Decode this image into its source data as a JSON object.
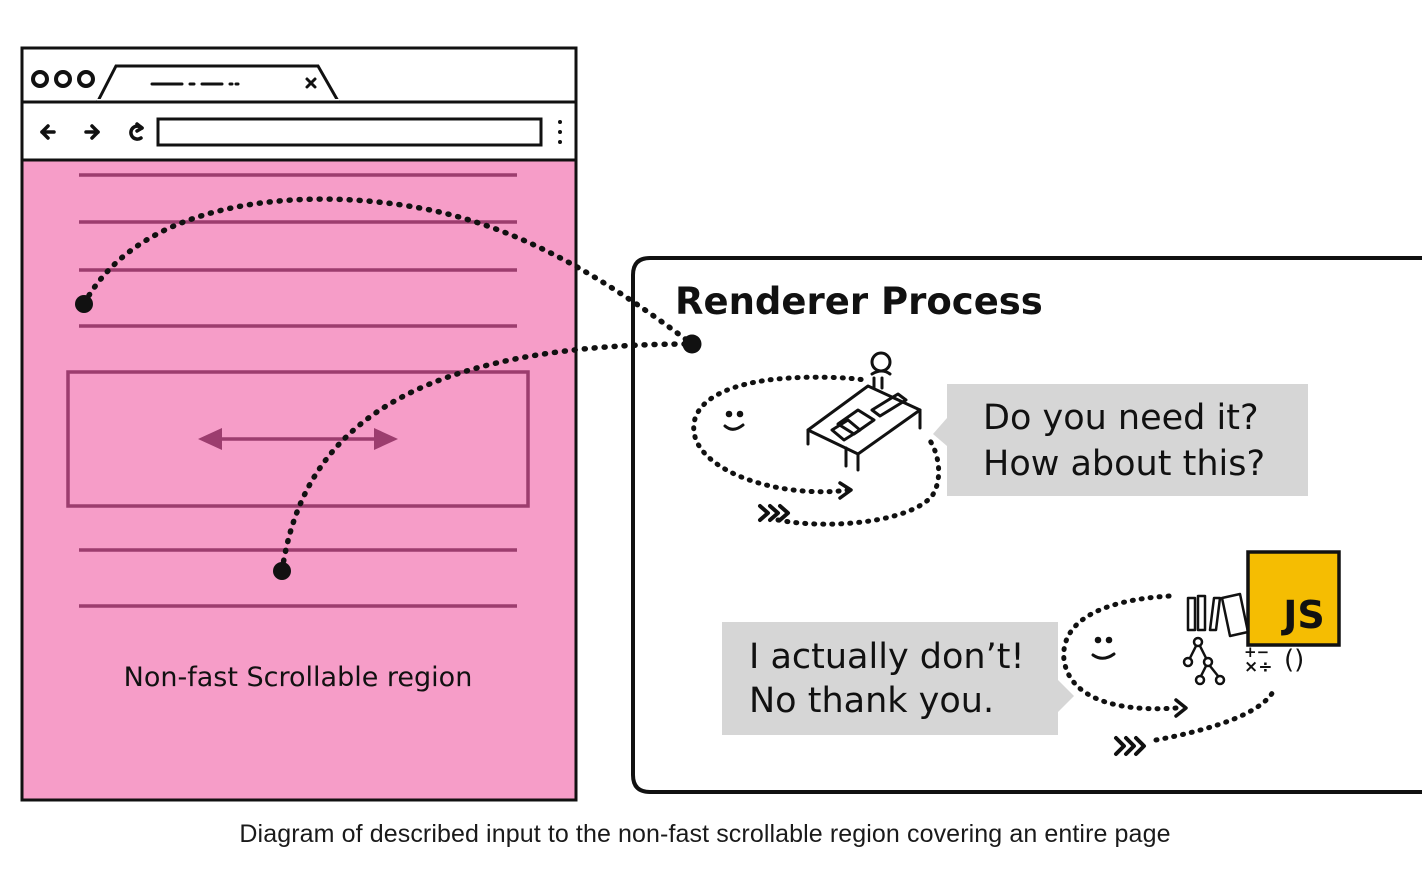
{
  "diagram": {
    "region_label": "Non-fast Scrollable region",
    "renderer_title": "Renderer Process",
    "bubble_question": [
      "Do you need it?",
      "How about this?"
    ],
    "bubble_answer": [
      "I actually don’t!",
      "No thank you."
    ],
    "js_badge": "JS",
    "region_color": "#f69dc8",
    "region_line_color": "#9c3d6e",
    "bubble_color": "#d6d6d6",
    "js_color": "#f5bd02"
  },
  "caption": "Diagram of described input to the non-fast scrollable region covering an entire page"
}
